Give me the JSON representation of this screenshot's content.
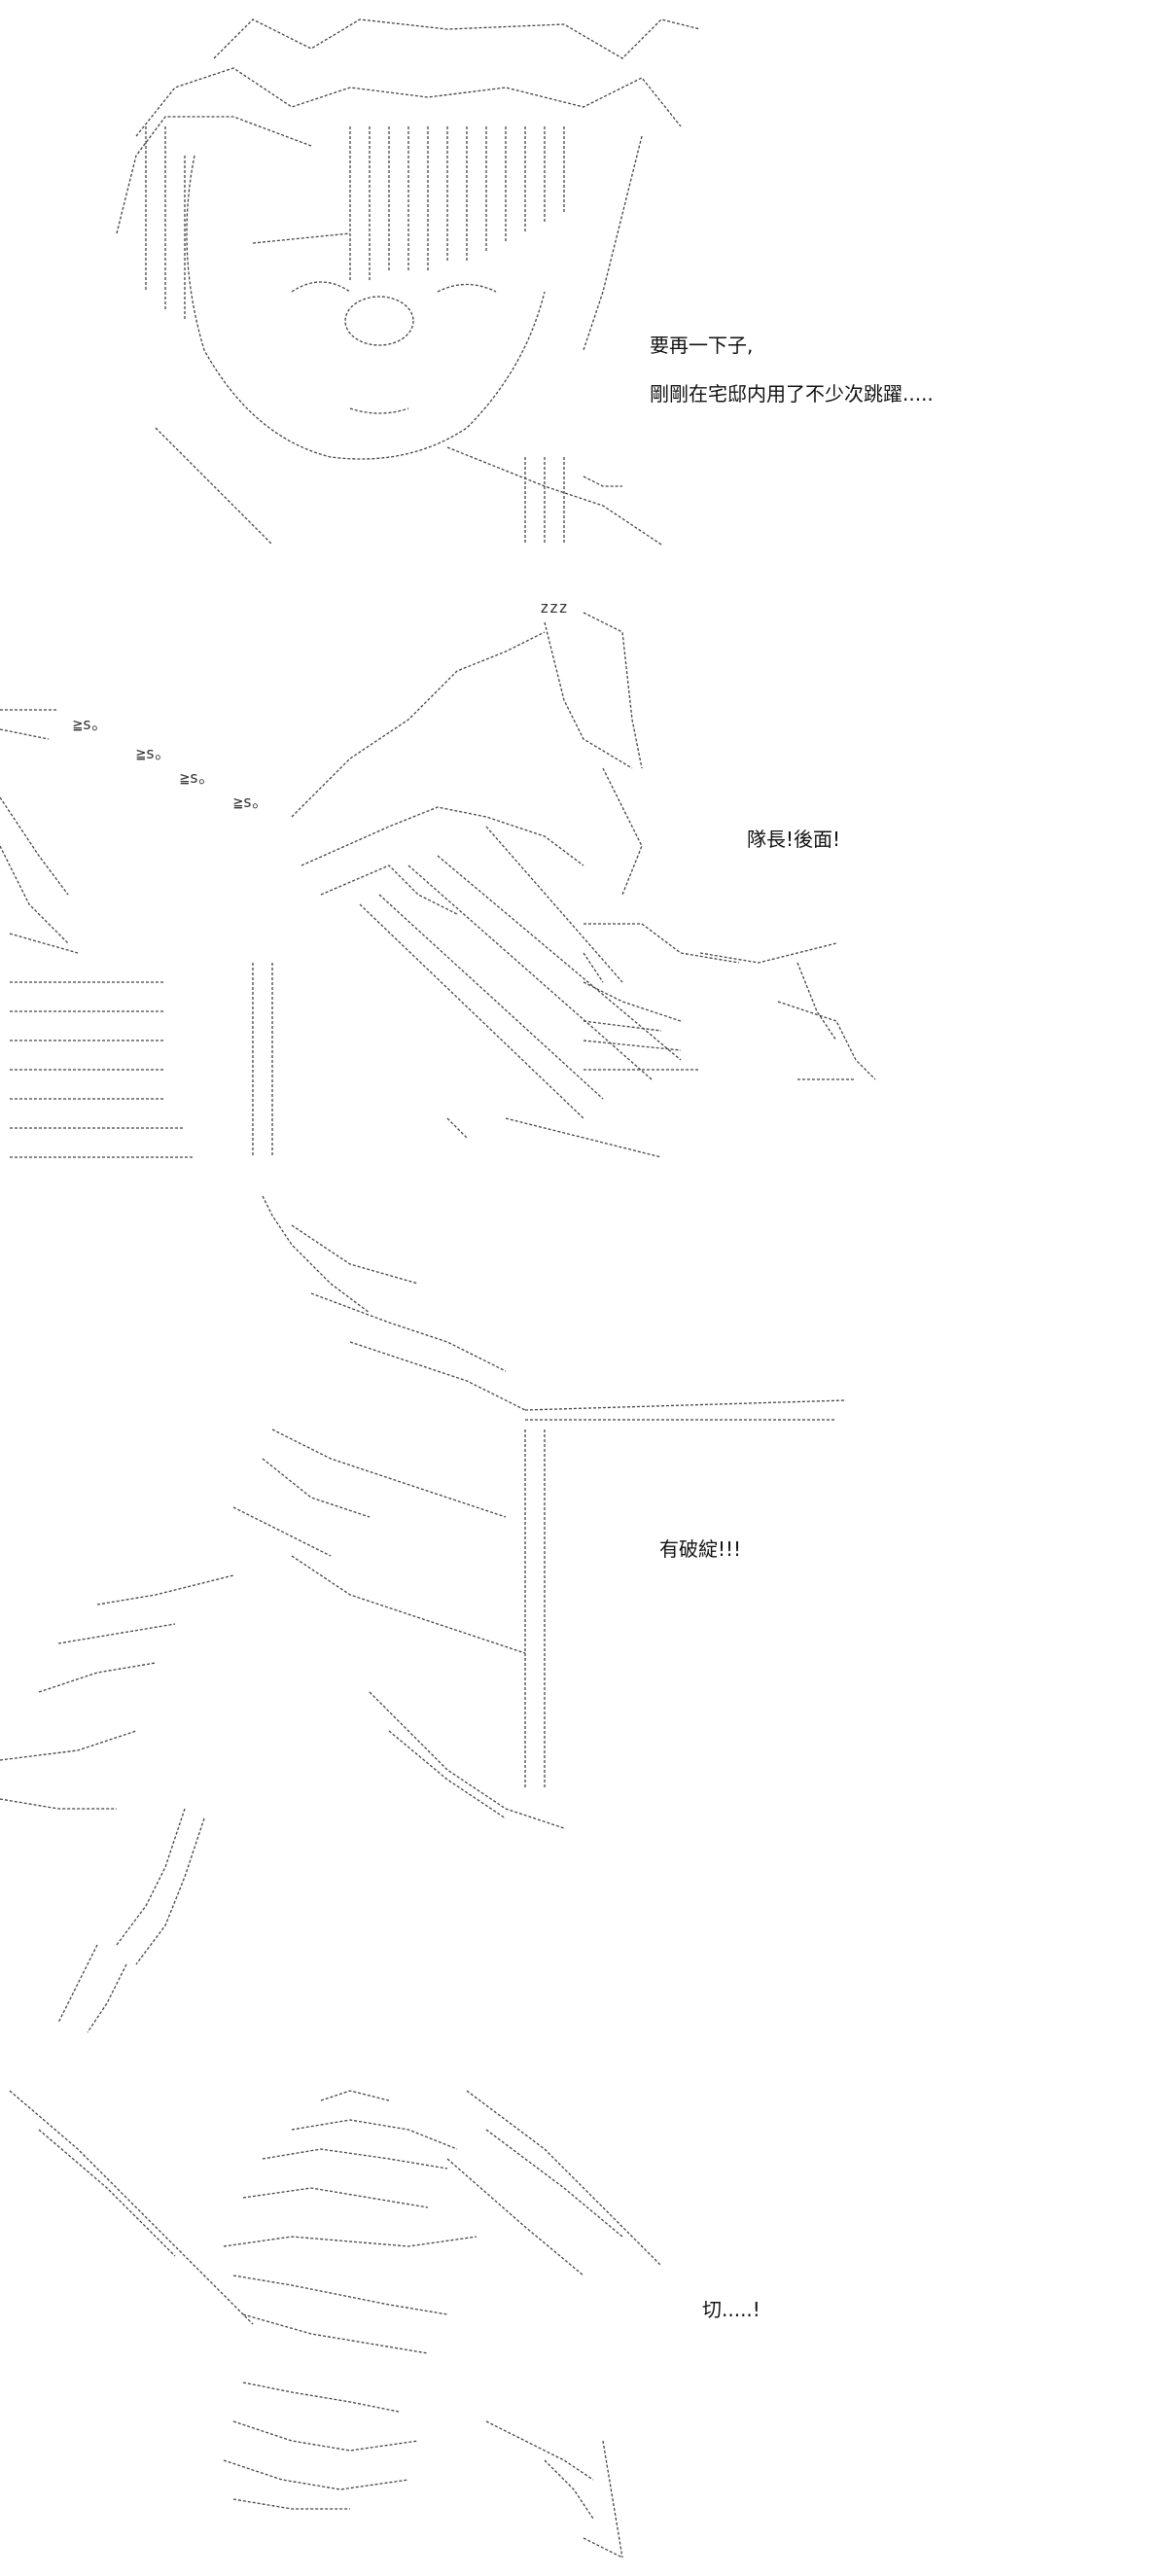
{
  "panels": [
    {
      "id": "panel-1",
      "captions": [
        "要再一下子,",
        "剛剛在宅邸内用了不少次跳躍....."
      ]
    },
    {
      "id": "panel-2",
      "captions": [
        "隊長!後面!"
      ],
      "art_text": [
        "zzz",
        "≧s。",
        "≧s。",
        "≧s。",
        "≧s。"
      ]
    },
    {
      "id": "panel-3",
      "captions": [
        "有破綻!!!"
      ]
    },
    {
      "id": "panel-4",
      "captions": [
        "切.....!"
      ]
    }
  ],
  "colors": {
    "background": "#ffffff",
    "ink": "#000000"
  }
}
